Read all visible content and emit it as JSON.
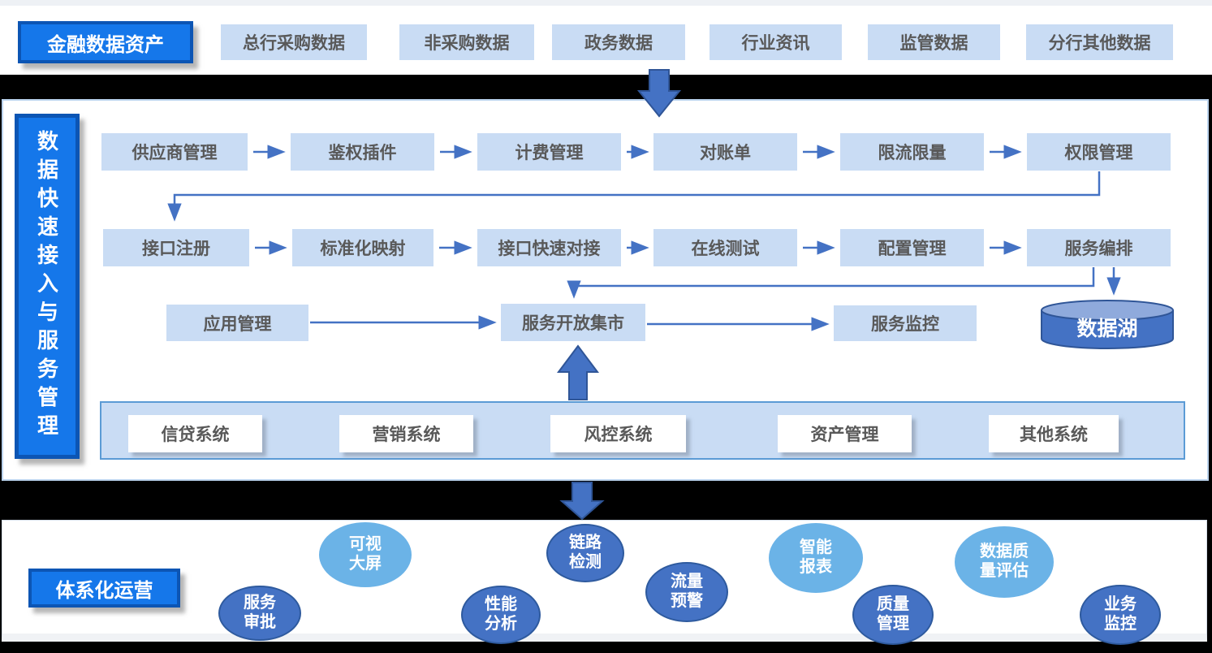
{
  "colors": {
    "accent_blue": "#1577EA",
    "accent_border": "#0C55B4",
    "box_light_blue": "#C9DCF4",
    "box_text_gray": "#595959",
    "arrow_blue": "#4472C4",
    "arrow_border": "#2F5597",
    "bubble_dark": "#4472C4",
    "bubble_light": "#6BB3E7",
    "band_border": "#5B9BD5",
    "background": "#000000"
  },
  "top": {
    "title": "金融数据资产",
    "items": [
      "总行采购数据",
      "非采购数据",
      "政务数据",
      "行业资讯",
      "监管数据",
      "分行其他数据"
    ]
  },
  "middle": {
    "side_label": "数据快速接入与服务管理",
    "row1": [
      "供应商管理",
      "鉴权插件",
      "计费管理",
      "对账单",
      "限流限量",
      "权限管理"
    ],
    "row2": [
      "接口注册",
      "标准化映射",
      "接口快速对接",
      "在线测试",
      "配置管理",
      "服务编排"
    ],
    "row3": {
      "app": "应用管理",
      "market": "服务开放集市",
      "monitor": "服务监控",
      "lake": "数据湖"
    },
    "systems": [
      "信贷系统",
      "营销系统",
      "风控系统",
      "资产管理",
      "其他系统"
    ]
  },
  "bottom": {
    "title": "体系化运营",
    "bubbles": [
      {
        "line1": "服务",
        "line2": "审批",
        "tone": "dark"
      },
      {
        "line1": "可视",
        "line2": "大屏",
        "tone": "light"
      },
      {
        "line1": "性能",
        "line2": "分析",
        "tone": "dark"
      },
      {
        "line1": "链路",
        "line2": "检测",
        "tone": "dark"
      },
      {
        "line1": "流量",
        "line2": "预警",
        "tone": "dark"
      },
      {
        "line1": "智能",
        "line2": "报表",
        "tone": "light"
      },
      {
        "line1": "质量",
        "line2": "管理",
        "tone": "dark"
      },
      {
        "line1": "数据质",
        "line2": "量评估",
        "tone": "light"
      },
      {
        "line1": "业务",
        "line2": "监控",
        "tone": "dark"
      }
    ]
  }
}
